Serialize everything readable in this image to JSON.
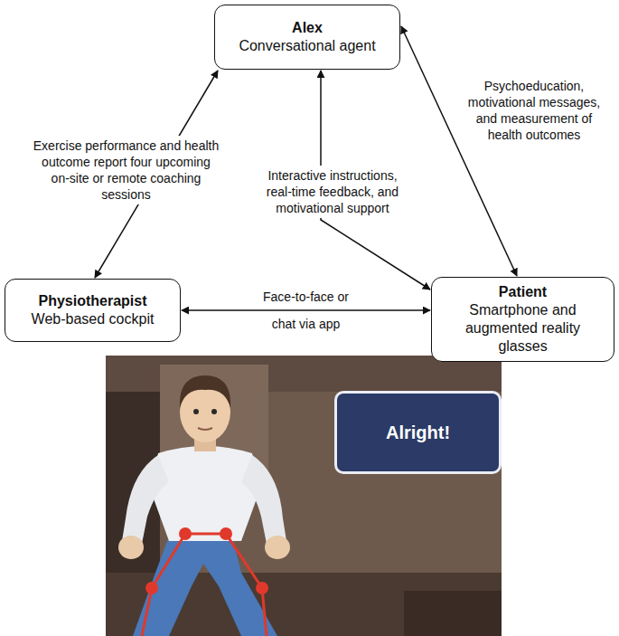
{
  "diagram": {
    "nodes": [
      {
        "text": [
          "Alex",
          "Conversational agent"
        ]
      },
      {
        "text": [
          "Physiotherapist",
          "Web-based cockpit"
        ]
      },
      {
        "text": [
          "Patient",
          "Smartphone and augmented reality glasses"
        ]
      },
      {
        "text": [
          "Alright!"
        ]
      }
    ],
    "edges": [
      {
        "from": 0,
        "to": 1,
        "arrow": "both",
        "label": "Exercise performance and health outcome report four upcoming on-site or remote coaching sessions"
      },
      {
        "from": 0,
        "to": 2,
        "arrow": "both",
        "label": "Interactive instructions, real-time feedback, and motivational support"
      },
      {
        "from": 0,
        "to": 2,
        "arrow": "both",
        "label": "Psychoeducation, motivational messages, and measurement of health outcomes"
      },
      {
        "from": 1,
        "to": 2,
        "arrow": "both",
        "label": "Face-to-face or chat via app"
      }
    ]
  }
}
